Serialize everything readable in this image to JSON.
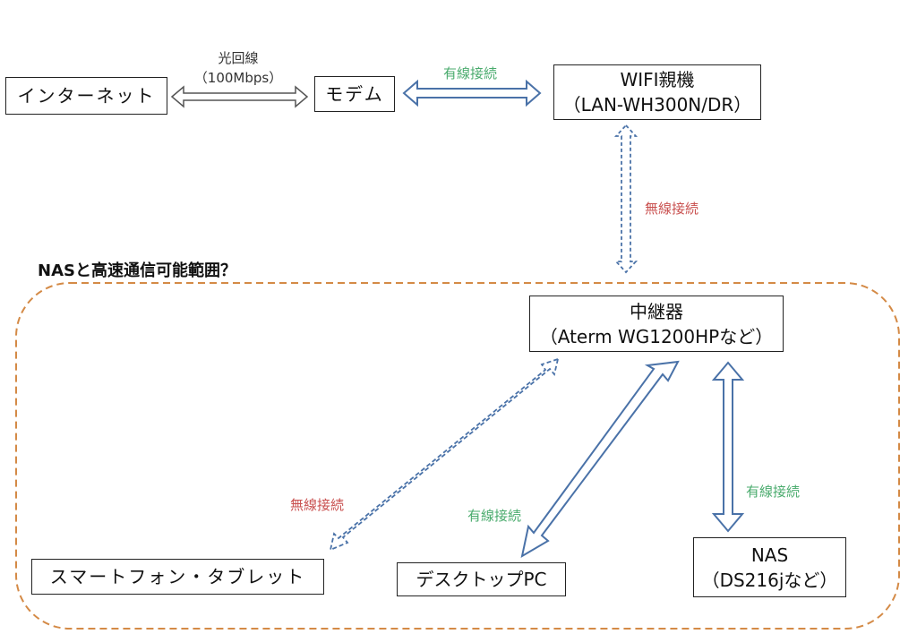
{
  "title": "NASと高速通信可能範囲？",
  "nodes": {
    "internet": {
      "label": "インターネット"
    },
    "modem": {
      "label": "モデム"
    },
    "wifi_parent": {
      "line1": "WIFI親機",
      "line2": "（LAN-WH300N/DR）"
    },
    "repeater": {
      "line1": "中継器",
      "line2": "（Aterm WG1200HPなど）"
    },
    "smartphone": {
      "label": "スマートフォン・タブレット"
    },
    "desktop": {
      "label": "デスクトップPC"
    },
    "nas": {
      "line1": "NAS",
      "line2": "（DS216jなど）"
    }
  },
  "links": {
    "internet_modem": {
      "line1": "光回線",
      "line2": "（100Mbps）"
    },
    "modem_wifi": "有線接続",
    "wifi_repeater": "無線接続",
    "repeater_smartphone": "無線接続",
    "repeater_desktop": "有線接続",
    "repeater_nas": "有線接続"
  },
  "colors": {
    "arrow_blue": "#4a72a8",
    "arrow_gray": "#555555",
    "zone_border": "#d48a46",
    "wired_label": "#4aab6d",
    "wireless_label": "#c9504f"
  }
}
